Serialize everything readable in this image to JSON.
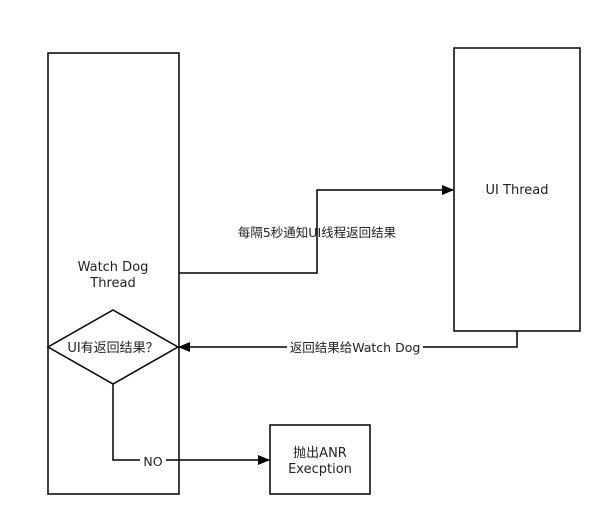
{
  "diagram": {
    "nodes": {
      "watchdog": {
        "line1": "Watch Dog",
        "line2": "Thread"
      },
      "ui_thread": {
        "label": "UI Thread"
      },
      "decision": {
        "label": "UI有返回结果？"
      },
      "anr": {
        "line1": "抛出ANR",
        "line2": "Execption"
      }
    },
    "edges": {
      "notify": {
        "label": "每隔5秒通知UI线程返回结果"
      },
      "return": {
        "label": "返回结果给Watch Dog"
      },
      "no": {
        "label": "NO"
      }
    }
  }
}
